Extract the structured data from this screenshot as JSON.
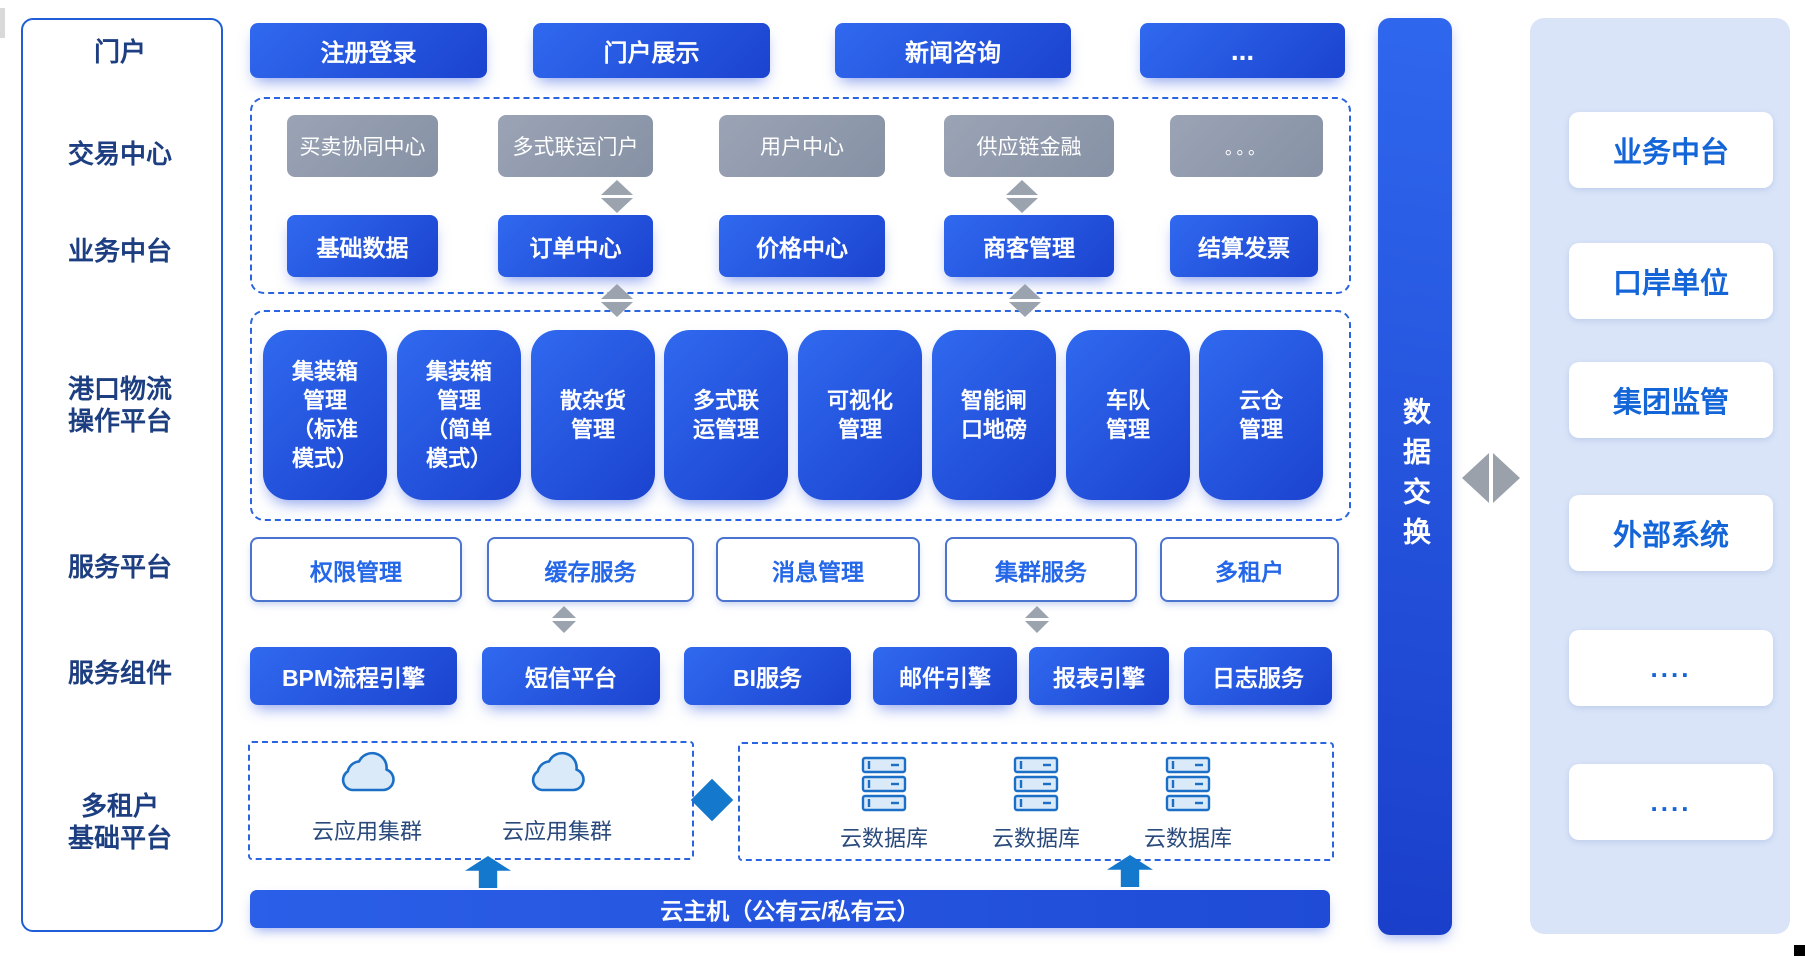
{
  "left_panel": {
    "labels": [
      "门户",
      "交易中心",
      "业务中台",
      "港口物流\n操作平台",
      "服务平台",
      "服务组件",
      "多租户\n基础平台"
    ]
  },
  "portal_buttons": [
    "注册登录",
    "门户展示",
    "新闻咨询",
    "..."
  ],
  "trading_center": {
    "gray_boxes": [
      "买卖协同中心",
      "多式联运门户",
      "用户中心",
      "供应链金融",
      "。。。"
    ],
    "blue_boxes": [
      "基础数据",
      "订单中心",
      "价格中心",
      "商客管理",
      "结算发票"
    ]
  },
  "port_logistics": [
    "集装箱\n管理\n（标准\n模式）",
    "集装箱\n管理\n（简单\n模式）",
    "散杂货\n管理",
    "多式联\n运管理",
    "可视化\n管理",
    "智能闸\n口地磅",
    "车队\n管理",
    "云仓\n管理"
  ],
  "service_platform": [
    "权限管理",
    "缓存服务",
    "消息管理",
    "集群服务",
    "多租户"
  ],
  "service_components": [
    "BPM流程引擎",
    "短信平台",
    "BI服务",
    "邮件引擎",
    "报表引擎",
    "日志服务"
  ],
  "infrastructure": {
    "app_clusters": [
      "云应用集群",
      "云应用集群"
    ],
    "databases": [
      "云数据库",
      "云数据库",
      "云数据库"
    ]
  },
  "host_bar": "云主机（公有云/私有云）",
  "data_exchange": "数据交换",
  "right_panel": [
    "业务中台",
    "口岸单位",
    "集团监管",
    "外部系统",
    "....",
    "...."
  ],
  "colors": {
    "primary_blue": "#3069ef",
    "deep_blue": "#1b43cf",
    "gray_box": "#8f99ab",
    "dashed_border": "#2a64e0",
    "light_panel": "#d9e4f8",
    "label_navy": "#1d3e80",
    "arrow_blue": "#1478cd"
  }
}
